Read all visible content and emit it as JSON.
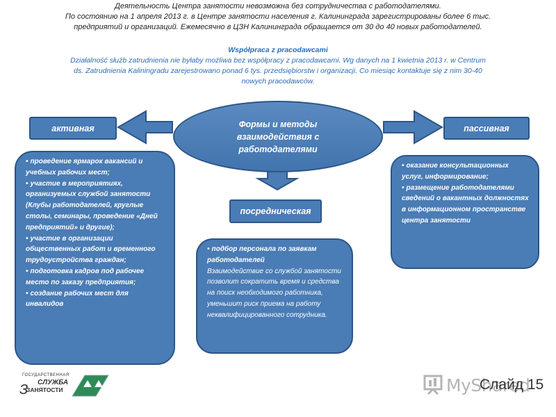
{
  "intro": {
    "line1": "Деятельность Центра занятости невозможна без сотрудничества с работодателями.",
    "line2": "По состоянию на 1 апреля 2013 г. в Центре занятости населения г. Калининграда зарегистрированы более 6 тыс.",
    "line3": "предприятий и организаций. Ежемесячно в ЦЗН Калининграда обращается от 30 до 40 новых работодателей."
  },
  "polish": {
    "title": "Współpraca z pracodawcami",
    "line1": "Działalność służb zatrudnienia nie byłaby możliwa bez współpracy z pracodawcami. Wg danych na 1 kwietnia 2013 r. w Centrum",
    "line2": "ds. Zatrudnienia Kaliningradu zarejestrowano ponad  6 tys. przedsiębiorstw i organizacji. Co miesiąc kontaktuje się z nim 30-40",
    "line3": "nowych pracodawców."
  },
  "center": {
    "title": "Формы и методы взаимодействия с работодателями"
  },
  "active": {
    "label": "активная",
    "items": [
      "проведение ярмарок вакансий и учебных рабочих мест;",
      "участие в мероприятиях, организуемых службой занятости (Клубы работодателей, круглые столы, семинары, проведение «Дней предприятий» и другие);",
      "участие в организации общественных работ и временного трудоустройства граждан;",
      "подготовка кадров под рабочее место по заказу предприятия;",
      "создание рабочих мест для инвалидов"
    ]
  },
  "passive": {
    "label": "пассивная",
    "items": [
      "оказание консультационных услуг, информирование;",
      "размещение работодателями сведений о вакантных должностях в информационном пространстве центра занятости"
    ]
  },
  "intermediary": {
    "label": "посредническая",
    "item": "подбор персонала по заявкам работодателей",
    "text": "Взаимодействие со службой занятости позволит сократить время и средства на поиск необходимого работника, уменьшит риск приема на работу неквалифицированного сотрудника."
  },
  "logo": {
    "line1": "ГОСУДАРСТВЕННАЯ",
    "line2": "СЛУЖБА",
    "line3": "ЗАНЯТОСТИ",
    "letter": "З"
  },
  "watermark": "MyShared",
  "slide_label": "Слайд 15",
  "colors": {
    "box_fill": "#4a7cb5",
    "box_border": "#2c5687",
    "polish_text": "#2c6db5",
    "logo_green": "#2e8b57"
  },
  "icons": {
    "left_arrow": "arrow-left-icon",
    "right_arrow": "arrow-right-icon",
    "down_arrow": "arrow-down-icon",
    "bullet": "•"
  }
}
